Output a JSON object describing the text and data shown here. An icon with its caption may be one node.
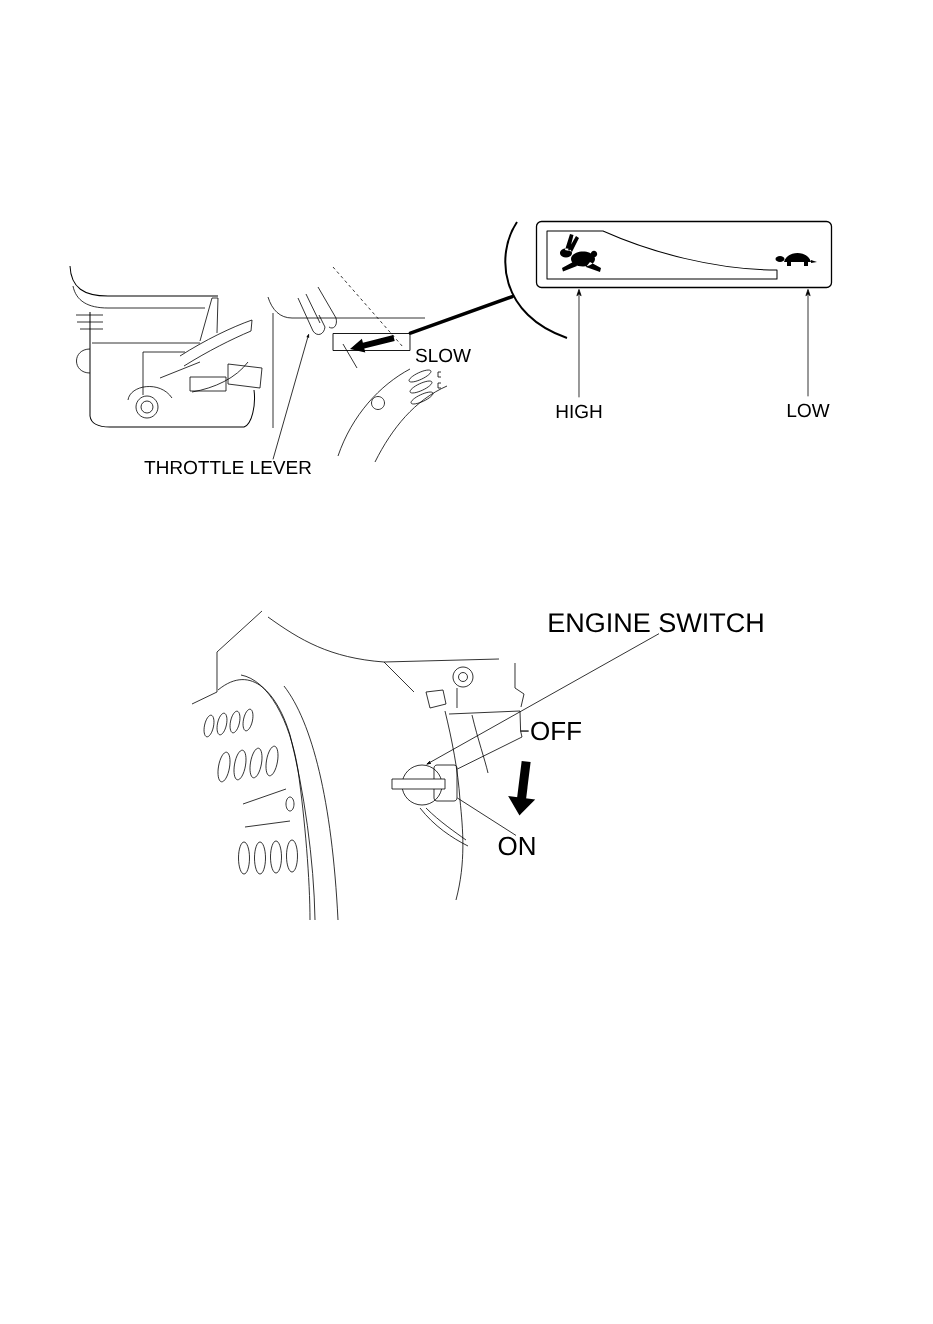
{
  "diagram": {
    "nodes": [
      {
        "text": [],
        "shape": "box"
      },
      {
        "text": [],
        "shape": "box"
      },
      {
        "text": [
          "HIGH"
        ]
      },
      {
        "text": [
          "LOW"
        ]
      },
      {
        "text": [
          "THROTTLE LEVER"
        ]
      },
      {
        "text": [
          "ENGINE SWITCH"
        ]
      },
      {
        "text": [
          "OFF"
        ]
      },
      {
        "text": [],
        "shape": "circle"
      },
      {
        "text": [
          "ON"
        ]
      }
    ],
    "edges": [
      {
        "from": 1,
        "to": 0,
        "arrow": "none",
        "style": "thick"
      },
      {
        "from": 2,
        "to": 0,
        "arrow": "to"
      },
      {
        "from": 3,
        "to": 0,
        "arrow": "to"
      },
      {
        "from": 4,
        "to": null,
        "arrow": "to"
      },
      {
        "from": 5,
        "to": 7,
        "arrow": "to"
      },
      {
        "from": 6,
        "to": null,
        "arrow": "none"
      },
      {
        "from": 6,
        "to": 7,
        "arrow": "none"
      },
      {
        "from": 8,
        "to": 7,
        "arrow": "none"
      },
      {
        "from": 6,
        "to": 8,
        "arrow": "to",
        "style": "thick"
      }
    ],
    "labels": [
      "SLOW"
    ]
  }
}
